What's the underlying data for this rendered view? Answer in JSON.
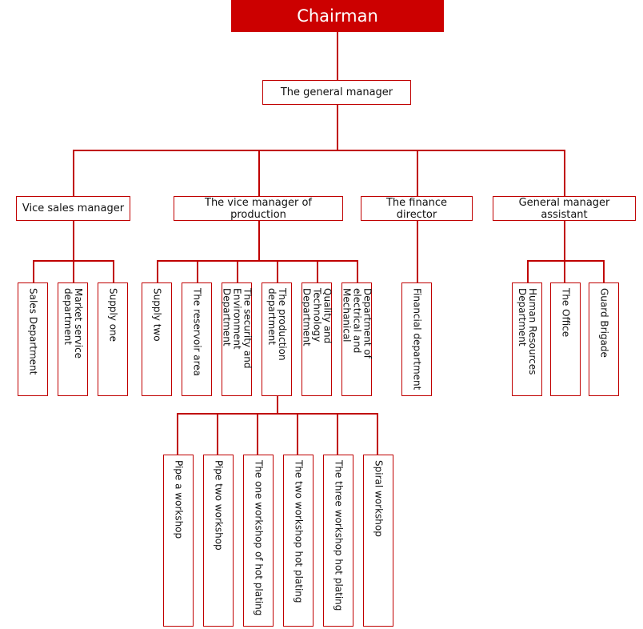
{
  "chart": {
    "title_node": "Chairman",
    "accent_color": "#cc0000",
    "line_color": "#c00000",
    "box_fill": "#ffffff",
    "text_color": "#111111",
    "root_text_color": "#ffffff"
  },
  "levels": {
    "level0": {
      "label": "Chairman"
    },
    "level1": {
      "label": "The general manager"
    },
    "level2": [
      {
        "label": "Vice sales manager"
      },
      {
        "label": "The vice manager of production"
      },
      {
        "label": "The finance director"
      },
      {
        "label": "General manager assistant"
      }
    ],
    "sales_units": [
      {
        "label": "Sales Department"
      },
      {
        "label": "Market service department"
      },
      {
        "label": "Supply one"
      }
    ],
    "production_units": [
      {
        "label": "Supply two"
      },
      {
        "label": "The reservoir area"
      },
      {
        "label": "The security and Environment Department"
      },
      {
        "label": "The production department"
      },
      {
        "label": "Quality and Technology Department"
      },
      {
        "label": "Department of electrical and Mechanical"
      }
    ],
    "finance_units": [
      {
        "label": "Financial department"
      }
    ],
    "assistant_units": [
      {
        "label": "Human Resources Department"
      },
      {
        "label": "The Office"
      },
      {
        "label": "Guard Brigade"
      }
    ],
    "workshops": [
      {
        "label": "Pipe a workshop"
      },
      {
        "label": "Pipe two workshop"
      },
      {
        "label": "The one workshop of hot plating"
      },
      {
        "label": "The two workshop hot plating"
      },
      {
        "label": "The three workshop hot plating"
      },
      {
        "label": "Spiral workshop"
      }
    ]
  }
}
